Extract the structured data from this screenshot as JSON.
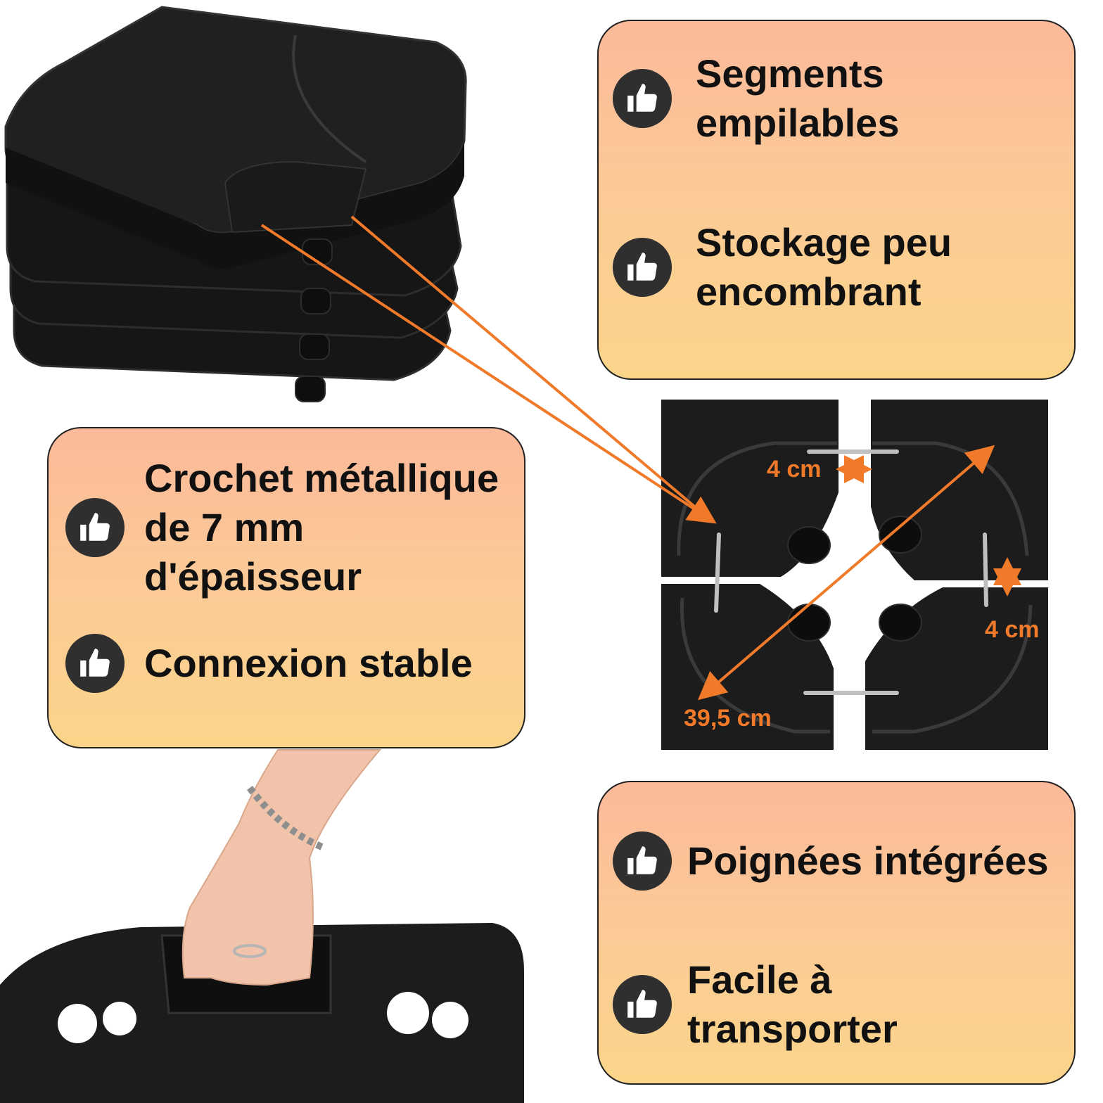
{
  "colors": {
    "card_top": "#fbb99a",
    "card_bottom": "#fbd58a",
    "accent": "#f07a2a",
    "icon_bg": "#2f2f2f",
    "product": "#1c1c1c"
  },
  "icon": "thumbs-up-icon",
  "cards": {
    "top_right": {
      "features": [
        {
          "text": "Segments\nempilables"
        },
        {
          "text": "Stockage peu\nencombrant"
        }
      ]
    },
    "middle_left": {
      "features": [
        {
          "text": "Crochet métallique\nde 7 mm\nd'épaisseur"
        },
        {
          "text": "Connexion stable"
        }
      ]
    },
    "bottom_right": {
      "features": [
        {
          "text": "Poignées intégrées"
        },
        {
          "text": "Facile à\ntransporter"
        }
      ]
    }
  },
  "dimensions": {
    "gap_horizontal": "4 cm",
    "gap_vertical": "4 cm",
    "diagonal": "39,5 cm"
  }
}
